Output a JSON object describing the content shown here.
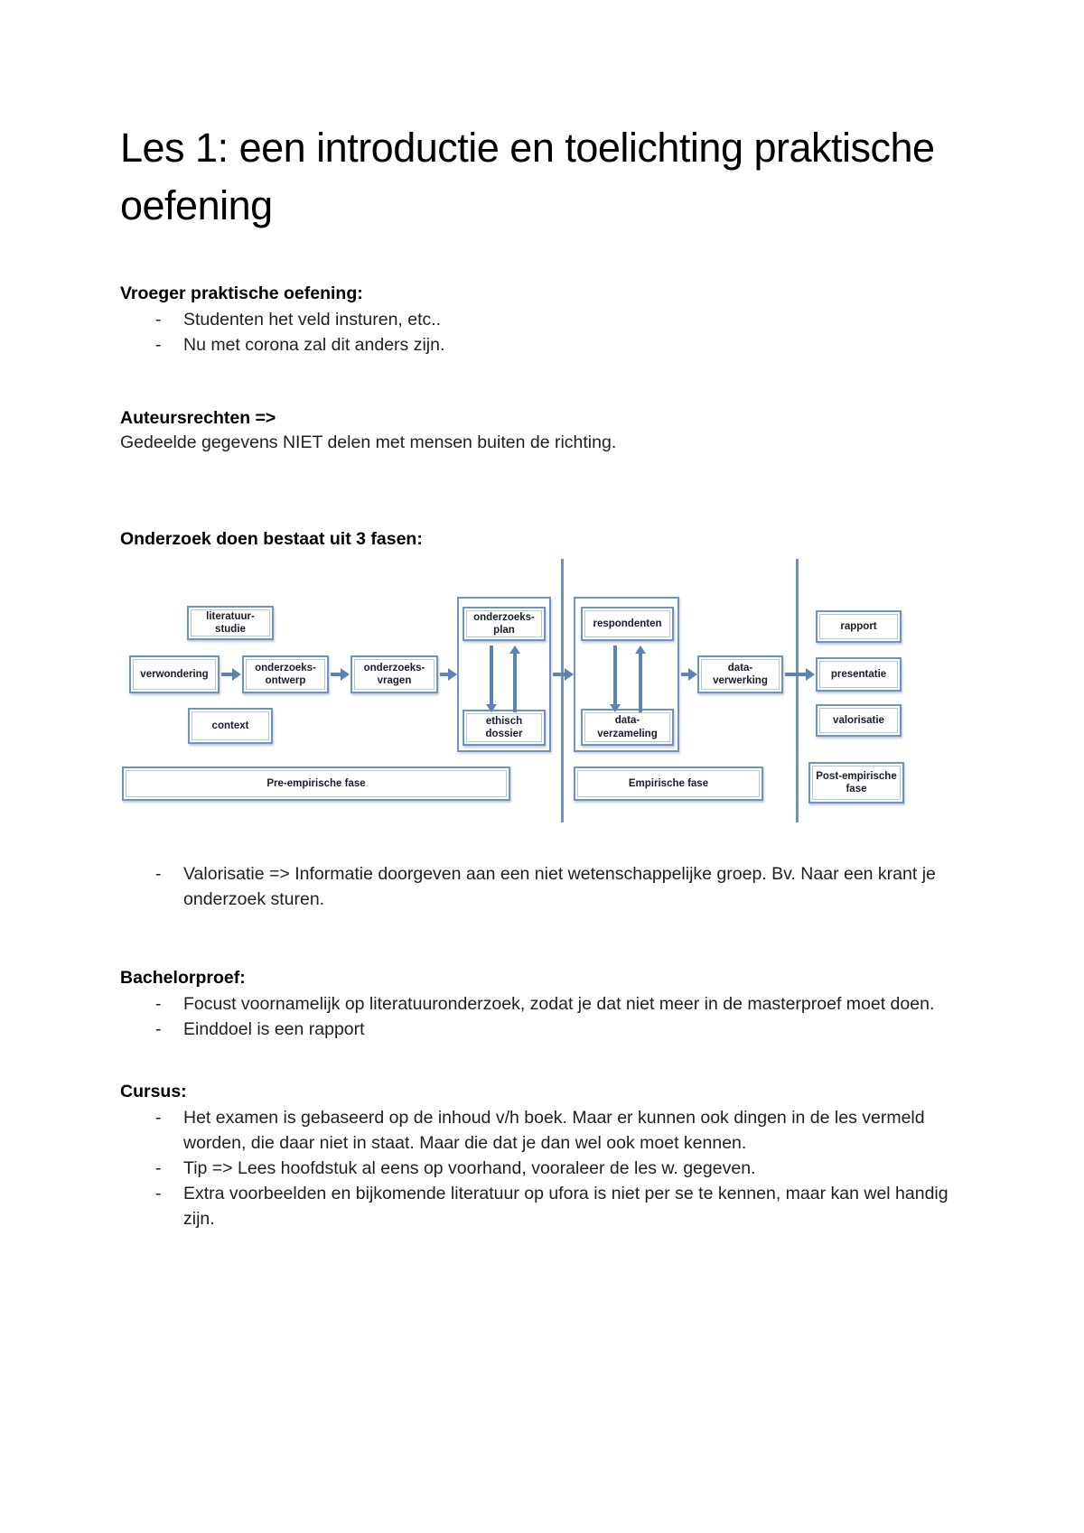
{
  "ui": {
    "bullet_marker": "-"
  },
  "document": {
    "title": "Les 1: een introductie en toelichting praktische oefening",
    "sections": {
      "vroeger": {
        "heading": "Vroeger praktische oefening:",
        "bullets": [
          "Studenten het veld insturen, etc..",
          "Nu met corona zal dit anders zijn."
        ]
      },
      "auteursrechten": {
        "heading": "Auteursrechten =>",
        "body": "Gedeelde gegevens NIET delen met mensen buiten de richting."
      },
      "fasen": {
        "heading": "Onderzoek doen bestaat uit 3 fasen:",
        "note_bullet": "Valorisatie => Informatie doorgeven aan een niet wetenschappelijke groep. Bv. Naar een krant je onderzoek sturen."
      },
      "bachelorproef": {
        "heading": "Bachelorproef:",
        "bullets": [
          "Focust voornamelijk op literatuuronderzoek, zodat je dat niet meer in de masterproef moet doen.",
          "Einddoel is een rapport"
        ]
      },
      "cursus": {
        "heading": "Cursus:",
        "bullets": [
          "Het examen is gebaseerd op de inhoud v/h boek. Maar er kunnen ook dingen in de les vermeld worden, die daar niet in staat. Maar die dat je dan wel ook moet kennen.",
          "Tip => Lees hoofdstuk al eens op voorhand, vooraleer de les w. gegeven.",
          "Extra voorbeelden en bijkomende literatuur op ufora is niet per se te kennen, maar kan wel handig zijn."
        ]
      }
    }
  },
  "diagram": {
    "boxes": {
      "literatuurstudie": "literatuur-\nstudie",
      "verwondering": "verwondering",
      "onderzoeksontwerp": "onderzoeks-\nontwerp",
      "onderzoeksvragen": "onderzoeks-\nvragen",
      "context": "context",
      "onderzoeksplan": "onderzoeks-\nplan",
      "ethischdossier": "ethisch\ndossier",
      "respondenten": "respondenten",
      "dataverzameling": "data-\nverzameling",
      "dataverwerking": "data-\nverwerking",
      "rapport": "rapport",
      "presentatie": "presentatie",
      "valorisatie": "valorisatie"
    },
    "phases": {
      "pre": "Pre-empirische fase",
      "empirisch": "Empirische fase",
      "post": "Post-empirische\nfase"
    },
    "colors": {
      "box_border": "#6e93c1",
      "arrow": "#5b84b6",
      "text": "#181c2e"
    }
  }
}
